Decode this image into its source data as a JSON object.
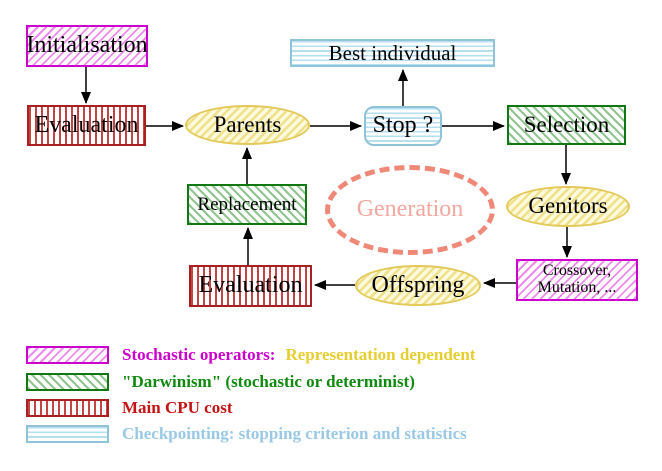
{
  "nodes": {
    "initialisation": "Initialisation",
    "evaluation_top": "Evaluation",
    "parents": "Parents",
    "best_individual": "Best individual",
    "stop": "Stop ?",
    "selection": "Selection",
    "genitors": "Genitors",
    "crossover_line1": "Crossover,",
    "crossover_line2": "Mutation, ...",
    "offspring": "Offspring",
    "evaluation_bottom": "Evaluation",
    "replacement": "Replacement",
    "generation": "Generation"
  },
  "legend": {
    "items": [
      {
        "swatch": "magenta-diagonal-hatch",
        "label": "Stochastic operators:",
        "label_suffix": "Representation dependent"
      },
      {
        "swatch": "green-diagonal-hatch",
        "label": "\"Darwinism\" (stochastic or determinist)"
      },
      {
        "swatch": "red-vertical-stripes",
        "label": "Main CPU cost"
      },
      {
        "swatch": "cyan-horizontal-stripes",
        "label": "Checkpointing: stopping criterion and statistics"
      }
    ]
  },
  "colors": {
    "magenta": "#CC00CC",
    "red": "#AA2020",
    "green": "#117711",
    "yellow": "#E2C95A",
    "cyan": "#8FC3DA",
    "salmon": "#F08878",
    "legend_yellow_text": "#E6CE30",
    "legend_green_text": "#0F8A0F",
    "legend_red_text": "#C41414",
    "legend_blue_text": "#99C9E6"
  }
}
